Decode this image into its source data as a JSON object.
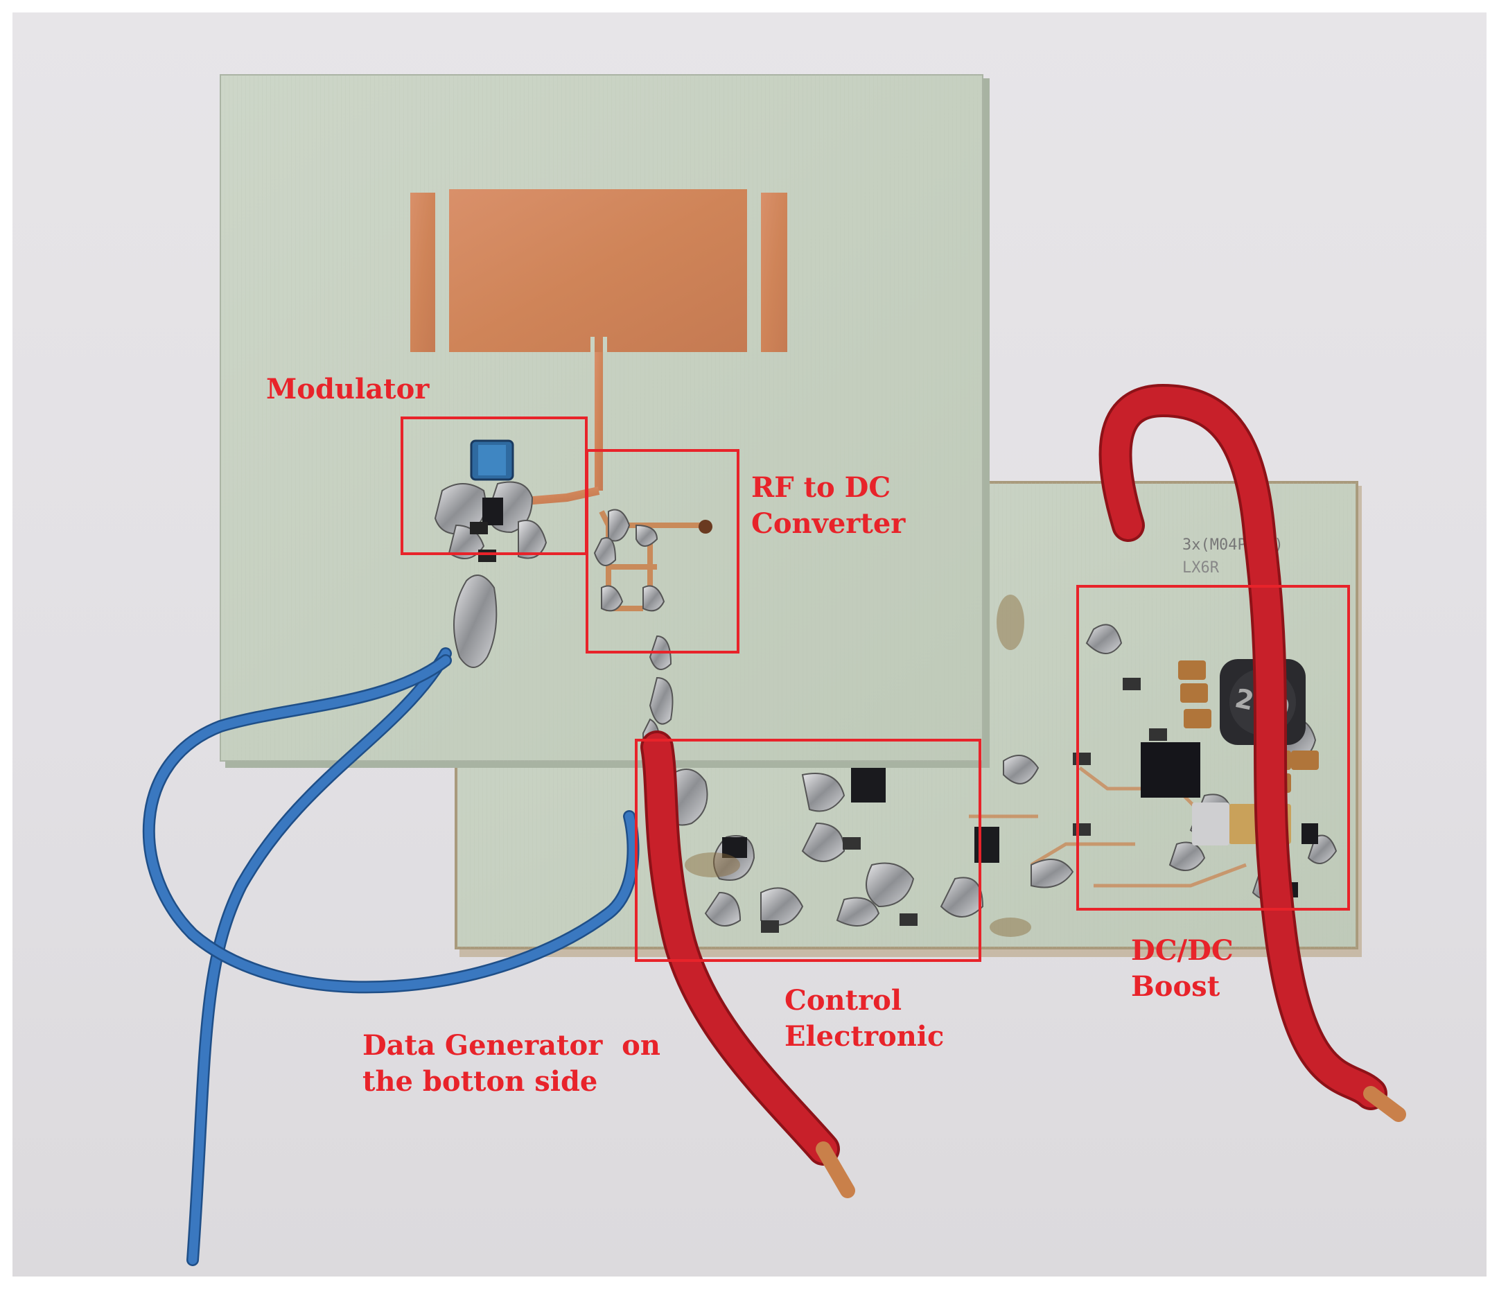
{
  "figure": {
    "annotations": [
      {
        "id": "modulator",
        "lines": [
          "Modulator"
        ],
        "color": "#e8232a"
      },
      {
        "id": "rf-to-dc",
        "lines": [
          "RF to DC",
          "Converter"
        ],
        "color": "#e8232a"
      },
      {
        "id": "control",
        "lines": [
          "Control",
          "Electronic"
        ],
        "color": "#e8232a"
      },
      {
        "id": "dcdc",
        "lines": [
          "DC/DC",
          "Boost"
        ],
        "color": "#e8232a"
      },
      {
        "id": "datagen",
        "lines": [
          "Data Generator  on",
          "the botton side"
        ],
        "color": "#e8232a"
      }
    ],
    "board_markings": {
      "inductor": "220",
      "silkscreen_1": "3x(M04Pn10)",
      "silkscreen_2": "LX6R"
    },
    "colors": {
      "background": "#e2e0e4",
      "pcb": "#c9d3c3",
      "copper": "#d48a5c",
      "red_wire": "#c8202a",
      "blue_wire": "#3a78c0",
      "annotation": "#e8232a"
    }
  }
}
